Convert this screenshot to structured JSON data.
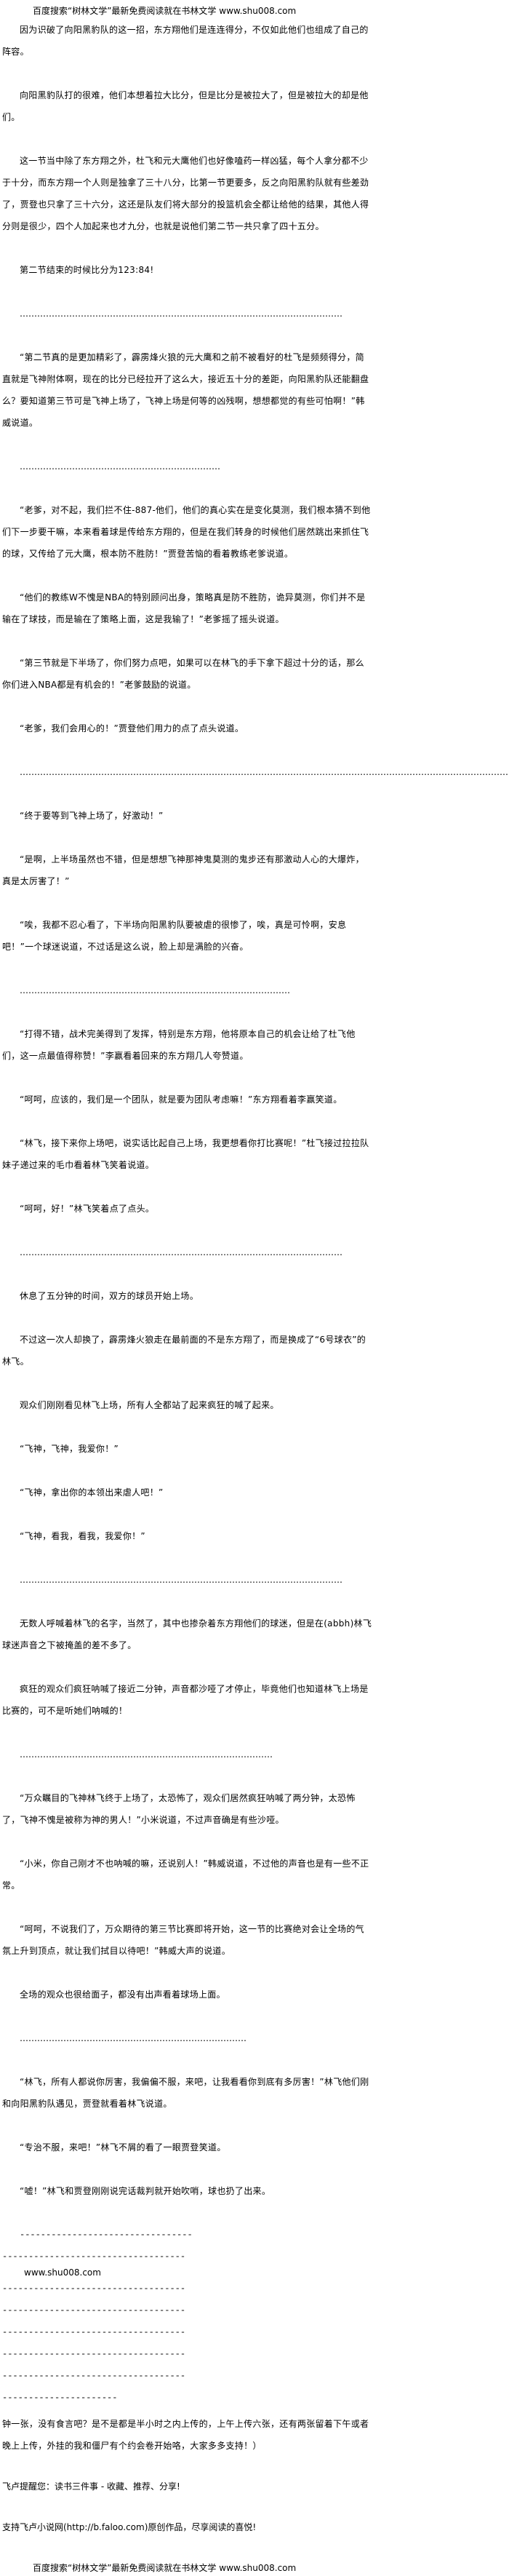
{
  "banner": "百度搜索“树林文学”最新免费阅读就在书林文学 www.shu008.com",
  "paragraphs": [
    "因为识破了向阳黑豹队的这一招，东方翔他们是连连得分，不仅如此他们也组成了自己的阵容。",
    "向阳黑豹队打的很难，他们本想着拉大比分，但是比分是被拉大了，但是被拉大的却是他们。",
    "这一节当中除了东方翔之外，杜飞和元大鹰他们也好像嗑药一样凶猛，每个人拿分都不少于十分，而东方翔一个人则是独拿了三十八分，比第一节更要多，反之向阳黑豹队就有些差劲了，贾登也只拿了三十六分，这还是队友们将大部分的投篮机会全都让给他的结果，其他人得分则是很少，四个人加起来也才九分，也就是说他们第二节一共只拿了四十五分。",
    "第二节结束的时候比分为123:84!",
    "…………………………………………………………………………………………………",
    "“第二节真的是更加精彩了，霹雳烽火狼的元大鹰和之前不被看好的杜飞是频频得分，简直就是飞神附体啊，现在的比分已经拉开了这么大，接近五十分的差距，向阳黑豹队还能翻盘么？要知道第三节可是飞神上场了，飞神上场是何等的凶残啊，想想都觉的有些可怕啊！”韩威说道。",
    "……………………………………………………………",
    "“老爹，对不起，我们拦不住-887-他们，他们的真心实在是变化莫测，我们根本猜不到他们下一步要干嘛，本来看着球是传给东方翔的，但是在我们转身的时候他们居然跳出来抓住飞的球，又传给了元大鹰，根本防不胜防！”贾登苦恼的看着教练老爹说道。",
    "“他们的教练W不愧是NBA的特别顾问出身，策略真是防不胜防，诡异莫测，你们并不是输在了球技，而是输在了策略上面，这是我输了！”老爹摇了摇头说道。",
    "“第三节就是下半场了，你们努力点吧，如果可以在林飞的手下拿下超过十分的话，那么你们进入NBA都是有机会的！”老爹鼓励的说道。",
    "“老爹，我们会用心的！”贾登他们用力的点了点头说道。",
    "……………………………………………………………………………………………………………………………………………………",
    "“终于要等到飞神上场了，好激动！”",
    "“是啊，上半场虽然也不错，但是想想飞神那神鬼莫测的鬼步还有那激动人心的大爆炸，真是太厉害了！”",
    "“唉，我都不忍心看了，下半场向阳黑豹队要被虐的很惨了，唉，真是可怜啊，安息吧！”一个球迷说道，不过话是这么说，脸上却是满脸的兴奋。",
    "…………………………………………………………………………………",
    "“打得不错，战术完美得到了发挥，特别是东方翔，他将原本自己的机会让给了杜飞他们，这一点最值得称赞！”李赢看着回来的东方翔几人夸赞道。",
    "“呵呵，应该的，我们是一个团队，就是要为团队考虑嘛！”东方翔看着李赢笑道。",
    "“林飞，接下来你上场吧，说实话比起自己上场，我更想看你打比赛呢！”杜飞接过拉拉队妹子递过来的毛巾看着林飞笑着说道。",
    "“呵呵，好！”林飞笑着点了点头。",
    "…………………………………………………………………………………………………",
    "休息了五分钟的时间，双方的球员开始上场。",
    "不过这一次人却换了，霹雳烽火狼走在最前面的不是东方翔了，而是换成了“6号球衣”的林飞。",
    "观众们刚刚看见林飞上场，所有人全都站了起来疯狂的喊了起来。",
    "“飞神，飞神，我爱你！”",
    "“飞神，拿出你的本领出来虐人吧！”",
    "“飞神，看我，看我，我爱你！”",
    "…………………………………………………………………………………………………",
    "无数人呼喊着林飞的名字，当然了，其中也掺杂着东方翔他们的球迷，但是在(abbh)林飞球迷声音之下被掩盖的差不多了。",
    "疯狂的观众们疯狂呐喊了接近二分钟，声音都沙哑了才停止，毕竟他们也知道林飞上场是比赛的，可不是听她们呐喊的！",
    "……………………………………………………………………………",
    "“万众瞩目的飞神林飞终于上场了，太恐怖了，观众们居然疯狂呐喊了两分钟，太恐怖了，飞神不愧是被称为神的男人！”小米说道，不过声音确是有些沙哑。",
    "“小米，你自己刚才不也呐喊的嘛，还说别人！”韩威说道，不过他的声音也是有一些不正常。",
    "“呵呵，不说我们了，万众期待的第三节比赛即将开始，这一节的比赛绝对会让全场的气氛上升到顶点，就让我们拭目以待吧！”韩威大声的说道。",
    "全场的观众也很给面子，都没有出声看着球场上面。",
    "……………………………………………………………………",
    "“林飞，所有人都说你厉害，我偏偏不服，来吧，让我看看你到底有多厉害！”林飞他们刚和向阳黑豹队遇见，贾登就看着林飞说道。",
    "“专治不服，来吧！”林飞不屑的看了一眼贾登笑道。",
    "“嘘！”林飞和贾登刚刚说完话裁判就开始吹哨，球也扔了出来。"
  ],
  "divider_indented": "---------------------------------",
  "divider": "-----------------------------------",
  "divider_short": "----------------------",
  "site_url": "www.shu008.com",
  "author_note": "钟一张，没有食言吧？是不是都是半小时之内上传的，上午上传六张，还有两张留着下午或者晚上上传，外挂的我和僵尸有个约会卷开始咯，大家多多支持！）",
  "reminder": "飞卢提醒您：读书三件事 - 收藏、推荐、分享!",
  "support": "支持飞卢小说网(http://b.faloo.com)原创作品，尽享阅读的喜悦!",
  "footer_banner": "百度搜索“树林文学”最新免费阅读就在书林文学 www.shu008.com"
}
